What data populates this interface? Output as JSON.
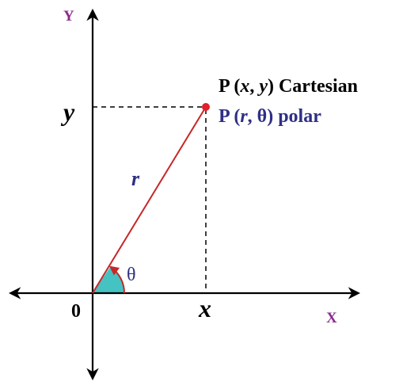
{
  "colors": {
    "axis": "#000000",
    "radius": "#c62828",
    "point": "#e0202b",
    "angle_fill": "#45c2c2",
    "axis_name": "#8b2a8f",
    "polar_text": "#2f2f86",
    "cartesian_text": "#000000",
    "guide": "#000000"
  },
  "axes": {
    "x_name": "X",
    "y_name": "Y",
    "origin": "0"
  },
  "projections": {
    "x_label": "x",
    "y_label": "y"
  },
  "radius": {
    "label": "r"
  },
  "angle": {
    "label": "θ"
  },
  "point": {
    "cartesian": {
      "prefix": "P (",
      "x": "x",
      "sep": ", ",
      "y": "y",
      "suffix": ") Cartesian"
    },
    "polar": {
      "prefix": "P (",
      "r": "r",
      "sep": ", ",
      "theta": "θ",
      "suffix": ") polar"
    }
  }
}
